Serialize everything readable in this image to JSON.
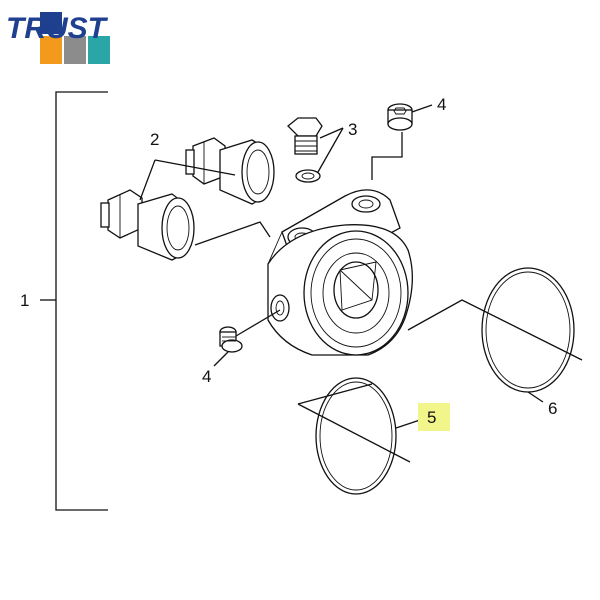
{
  "brand": {
    "name": "TRUST",
    "colors": {
      "navy": "#1f3f8f",
      "orange": "#f39a1c",
      "gray": "#8c8c8c",
      "teal": "#2aa6a6"
    }
  },
  "callouts": {
    "assembly": "1",
    "fittings": "2",
    "plug_bolt": "3",
    "set_screw_top": "4",
    "set_screw_left": "4",
    "oring_small": "5",
    "oring_large": "6"
  },
  "highlight": {
    "color": "#f2f58a",
    "target": "5"
  }
}
